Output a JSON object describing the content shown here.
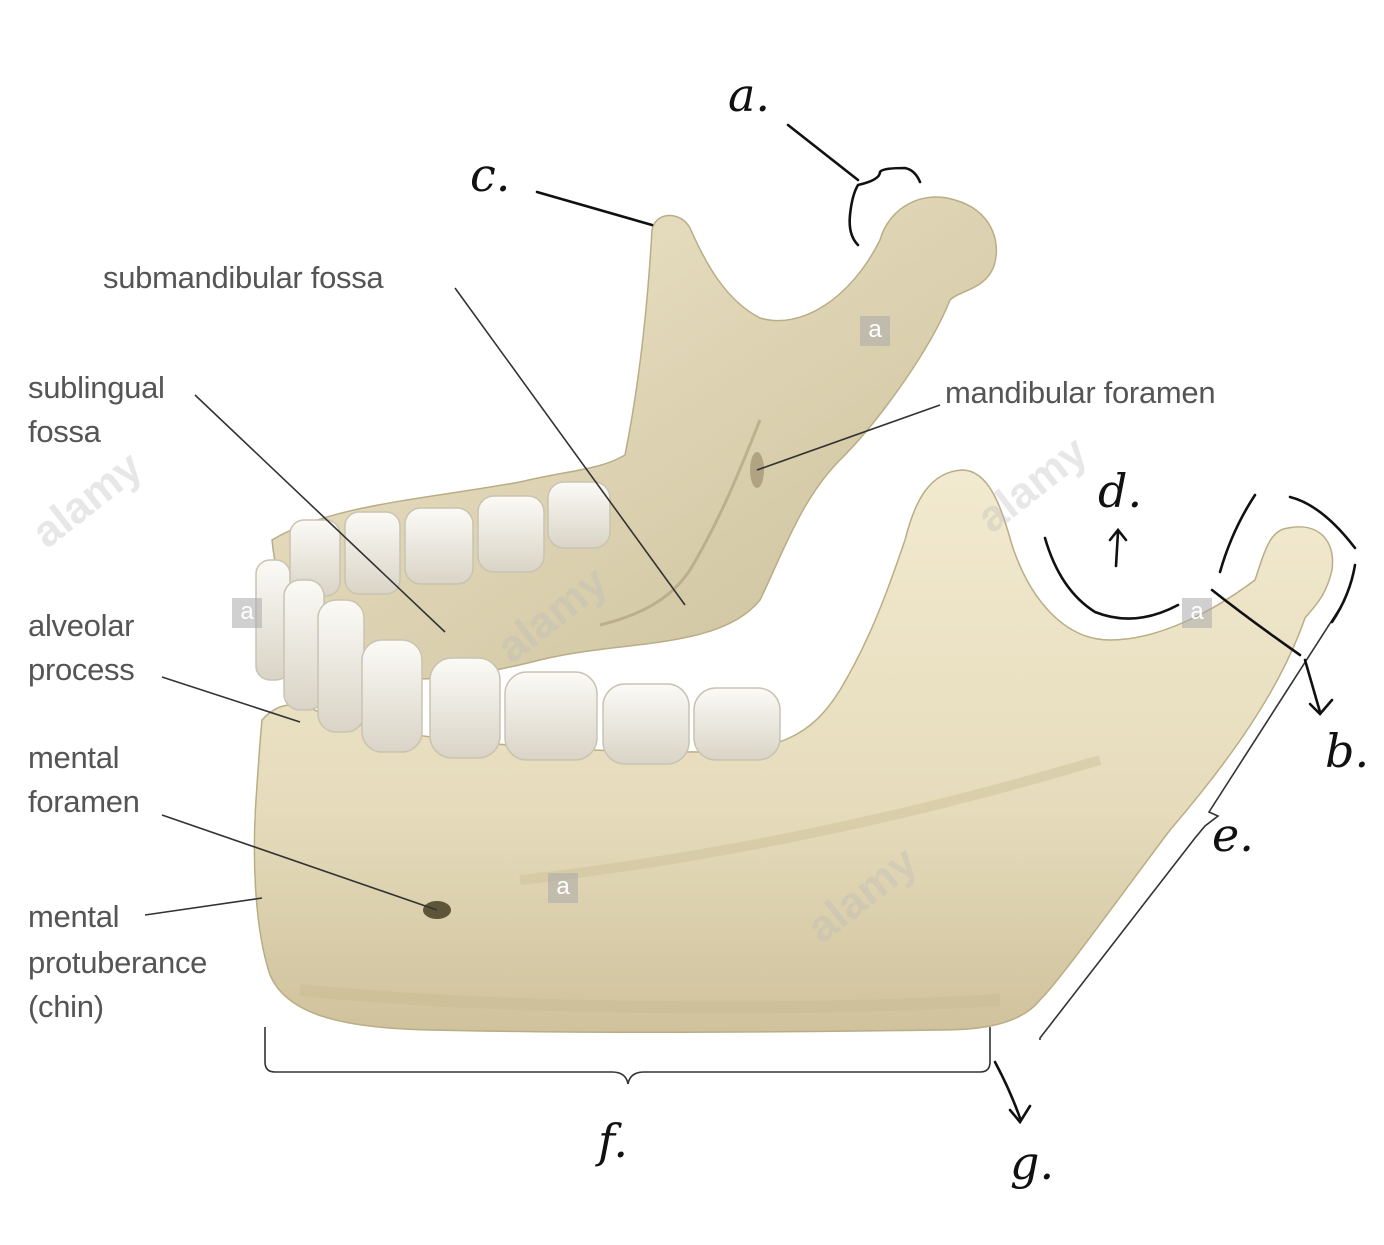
{
  "colors": {
    "bone": "#ece3c6",
    "bone_shadow": "#c9bd98",
    "tooth": "#f3f1ea",
    "leader_line": "#333333",
    "printed_label": "#555555",
    "handwriting": "#111111",
    "watermark": "#bdbdbd"
  },
  "printed_labels": {
    "submandibular_fossa": "submandibular fossa",
    "sublingual_fossa_line1": "sublingual",
    "sublingual_fossa_line2": "fossa",
    "mandibular_foramen": "mandibular foramen",
    "alveolar_process_line1": "alveolar",
    "alveolar_process_line2": "process",
    "mental_foramen_line1": "mental",
    "mental_foramen_line2": "foramen",
    "mental_protuberance_line1": "mental",
    "mental_protuberance_line2": "protuberance",
    "mental_protuberance_line3": "(chin)"
  },
  "handwritten_labels": {
    "a": "a.",
    "b": "b.",
    "c": "c.",
    "d": "d.",
    "e": "e.",
    "f": "f.",
    "g": "g."
  },
  "watermark": {
    "brand": "alamy",
    "badge": "a"
  }
}
